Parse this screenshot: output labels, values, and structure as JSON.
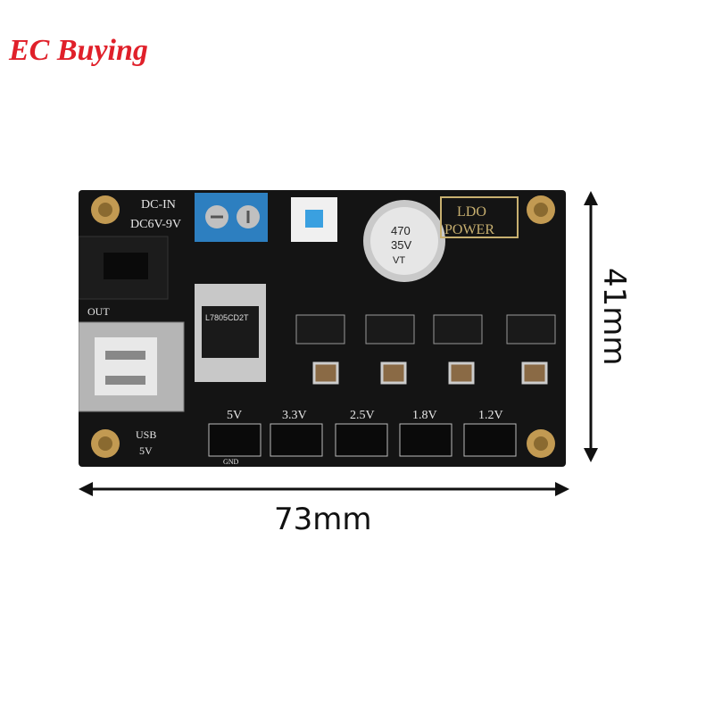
{
  "brand": {
    "name": "EC Buying",
    "color": "#e0202a"
  },
  "dimensions": {
    "width": "73mm",
    "height": "41mm"
  },
  "board": {
    "title": "LDO POWER",
    "input_label_1": "DC-IN",
    "input_label_2": "DC6V-9V",
    "out_label": "OUT",
    "usb_label_1": "USB",
    "usb_label_2": "5V",
    "rails": [
      "5V",
      "3.3V",
      "2.5V",
      "1.8V",
      "1.2V"
    ],
    "gnd_label": "GND",
    "capacitor_1": "470",
    "capacitor_2": "35V",
    "capacitor_3": "VT",
    "regulator_main": "L7805CD2T",
    "colors": {
      "pcb": "#141414",
      "terminal": "#2d7fc0",
      "switch": "#3aa0e0",
      "silk": "#e8e8e8"
    }
  }
}
